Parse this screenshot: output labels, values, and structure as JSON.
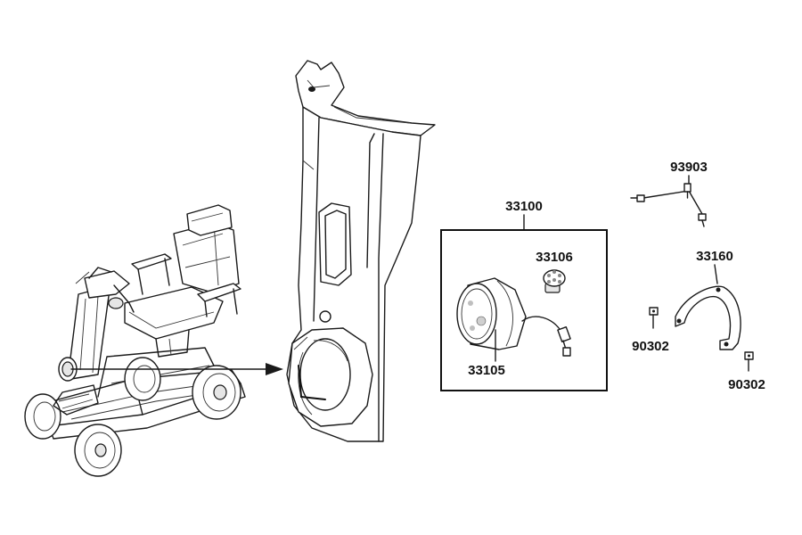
{
  "diagram": {
    "labels": {
      "column_assembly_part": "33100",
      "headlight_assembly": "33105",
      "bulb": "33106",
      "screw_set": "93903",
      "bracket": "33160",
      "screw_left": "90302",
      "screw_right": "90302"
    }
  }
}
